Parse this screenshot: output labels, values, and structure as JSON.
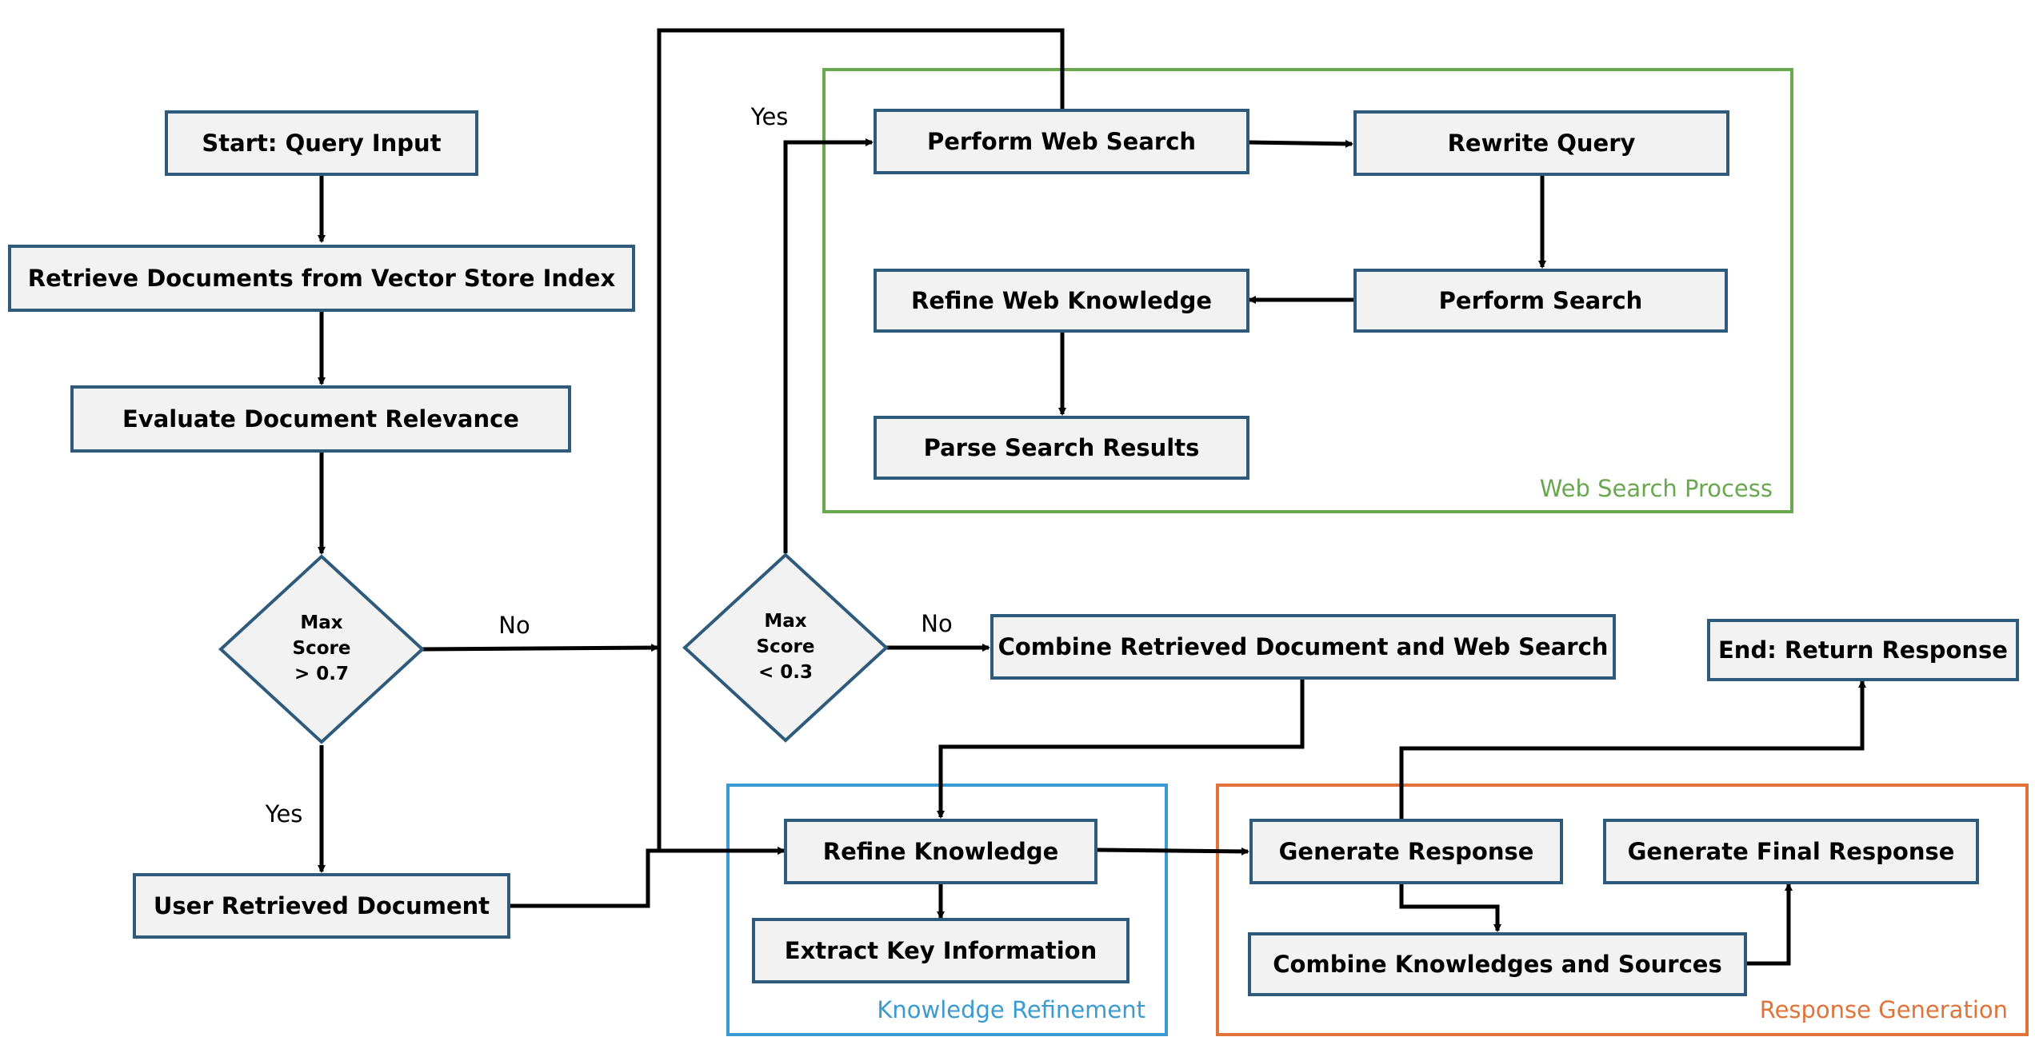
{
  "groups": {
    "web": {
      "label": "Web Search Process",
      "color": "#6aa84f"
    },
    "knowledge": {
      "label": "Knowledge Refinement",
      "color": "#3c9ad2"
    },
    "response": {
      "label": "Response Generation",
      "color": "#e0733a"
    }
  },
  "nodes": {
    "start": "Start: Query Input",
    "retrieve": "Retrieve Documents from Vector Store Index",
    "evaluate": "Evaluate Document Relevance",
    "decision1": {
      "line1": "Max",
      "line2": "Score",
      "line3": "> 0.7"
    },
    "user_doc": "User Retrieved Document",
    "decision2": {
      "line1": "Max",
      "line2": "Score",
      "line3": "< 0.3"
    },
    "web_search": "Perform Web Search",
    "rewrite": "Rewrite Query",
    "perform_search": "Perform Search",
    "refine_web": "Refine Web Knowledge",
    "parse": "Parse Search Results",
    "combine_doc_web": "Combine Retrieved Document and Web Search",
    "end": "End: Return Response",
    "refine_knowledge": "Refine Knowledge",
    "extract": "Extract Key Information",
    "generate": "Generate Response",
    "generate_final": "Generate Final Response",
    "combine_sources": "Combine Knowledges and Sources"
  },
  "edge_labels": {
    "d1_no": "No",
    "d1_yes": "Yes",
    "d2_yes": "Yes",
    "d2_no": "No"
  }
}
